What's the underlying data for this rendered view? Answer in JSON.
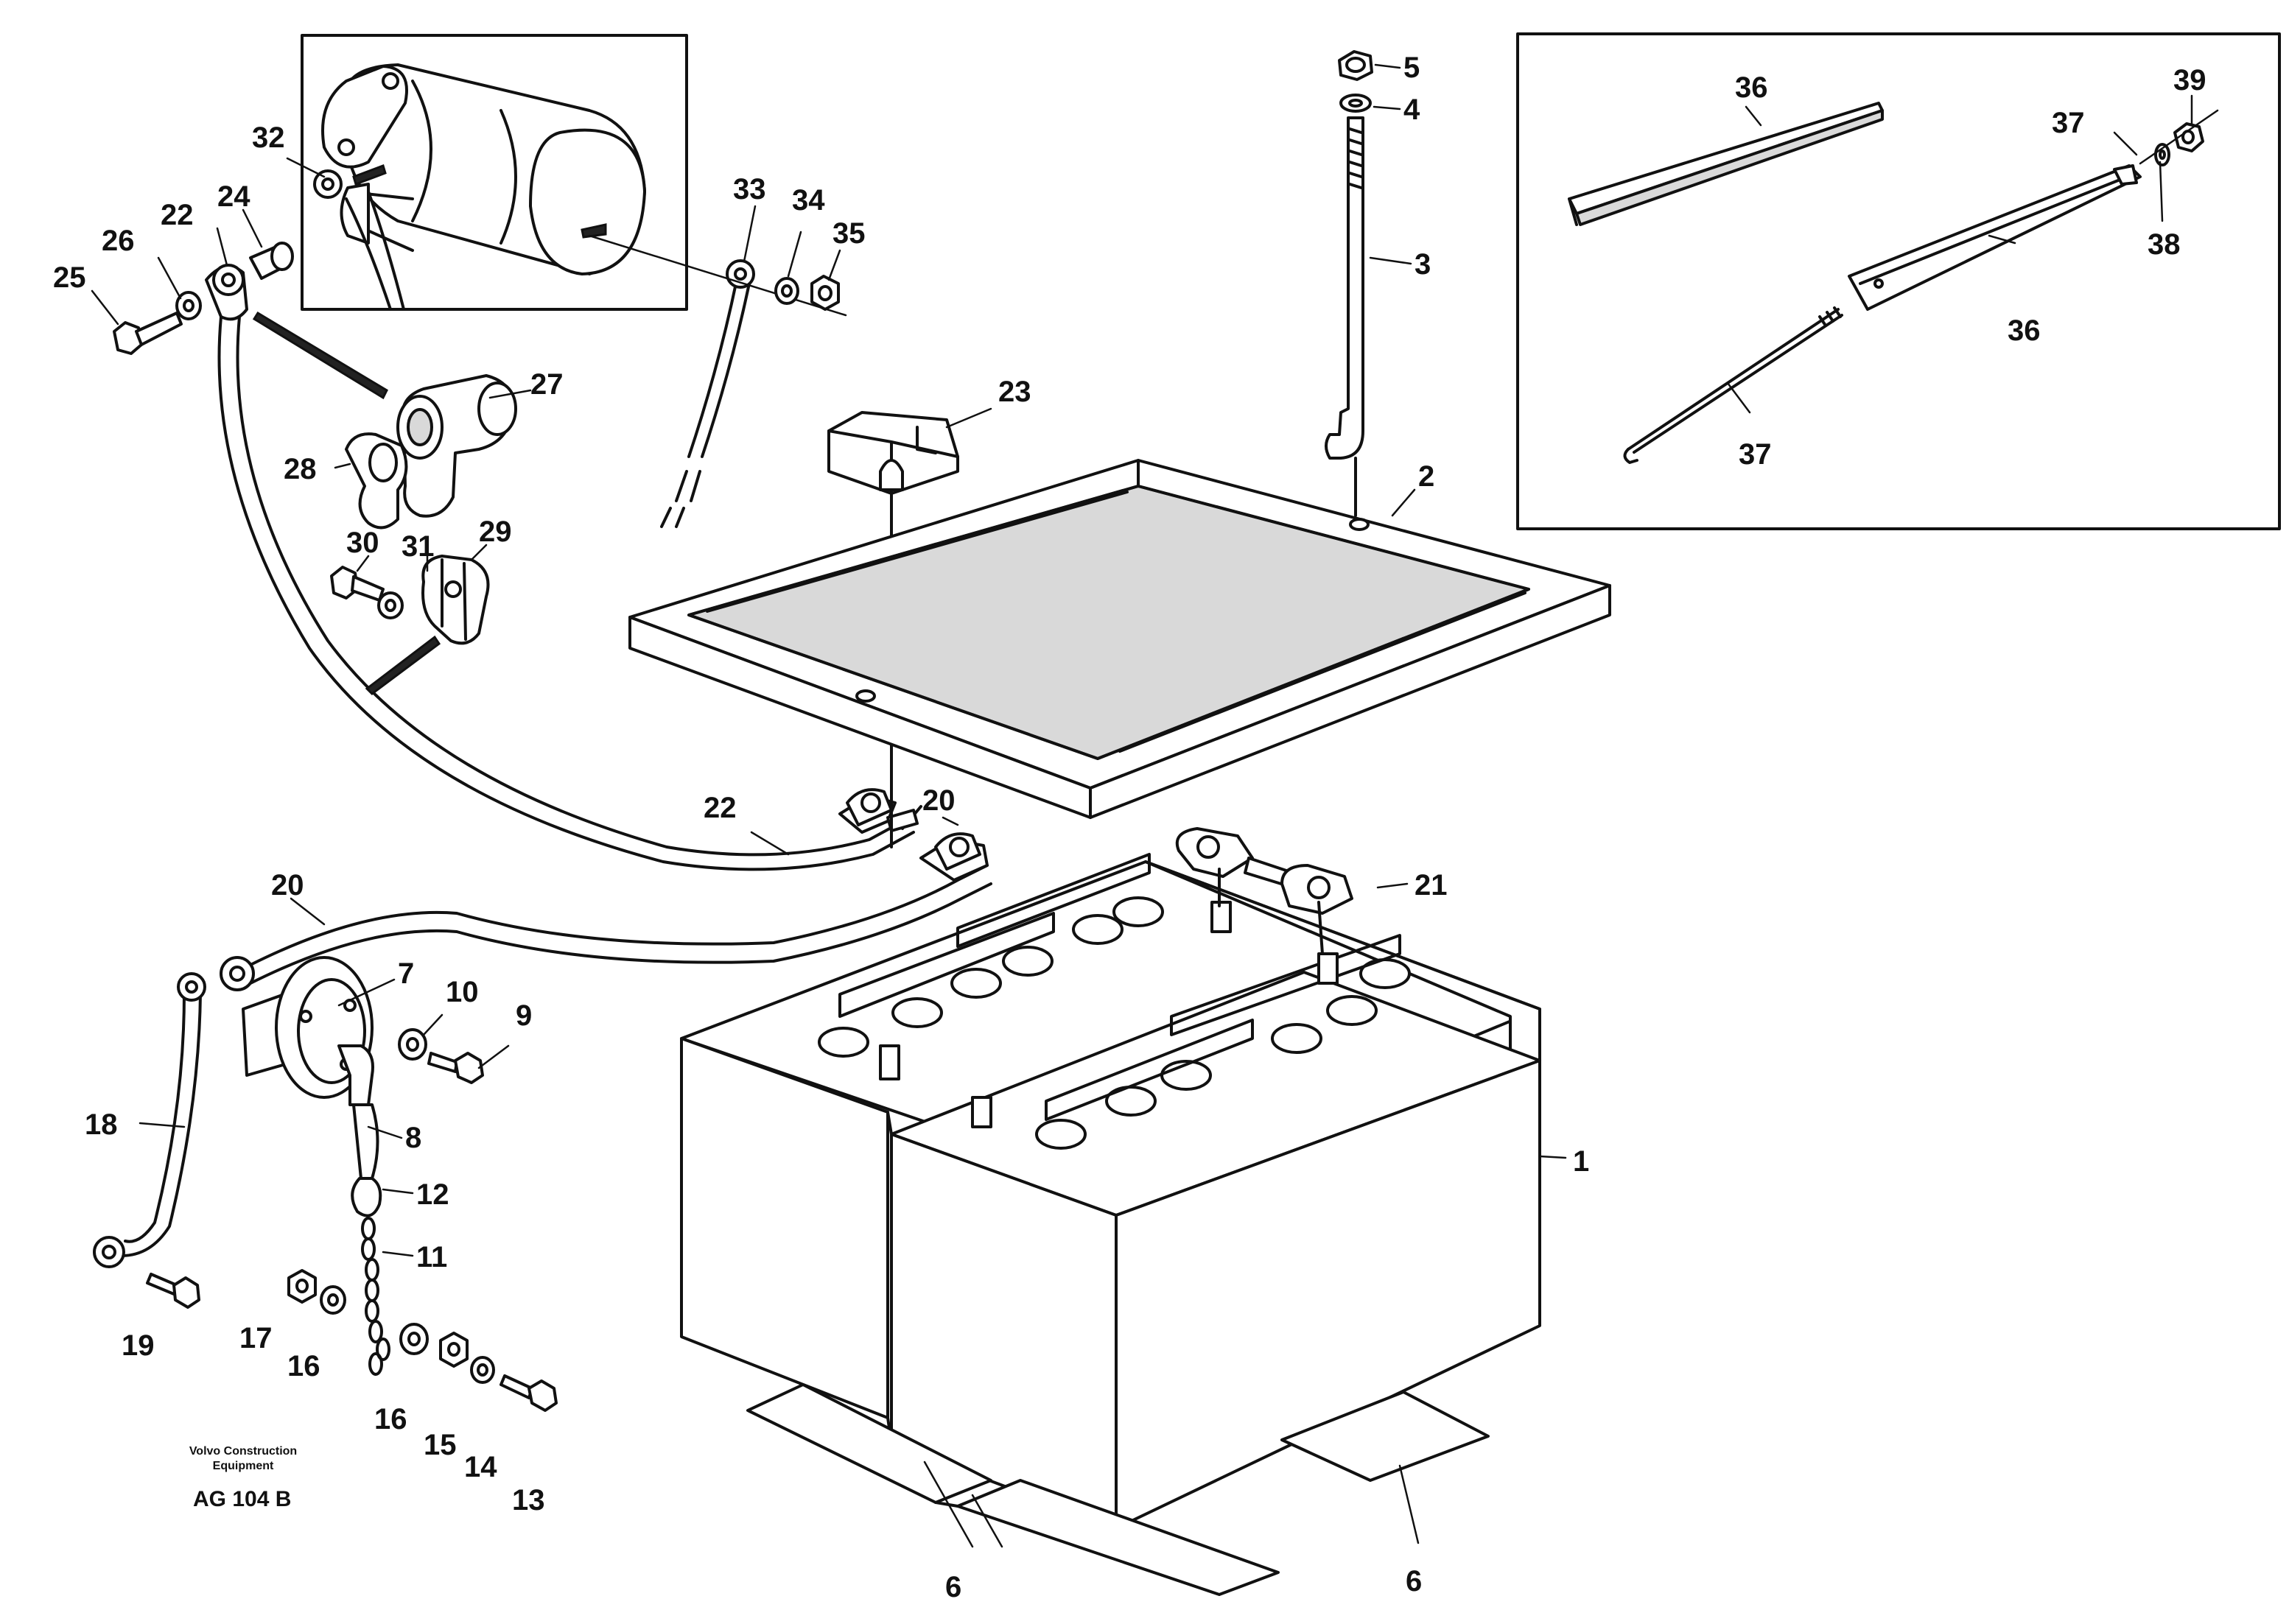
{
  "labels": {
    "l1": "1",
    "l2": "2",
    "l3": "3",
    "l4": "4",
    "l5": "5",
    "l6a": "6",
    "l6b": "6",
    "l7": "7",
    "l8": "8",
    "l9": "9",
    "l10": "10",
    "l11": "11",
    "l12": "12",
    "l13": "13",
    "l14": "14",
    "l15": "15",
    "l16a": "16",
    "l16b": "16",
    "l17": "17",
    "l18": "18",
    "l19": "19",
    "l20a": "20",
    "l20b": "20",
    "l21": "21",
    "l22a": "22",
    "l22b": "22",
    "l23": "23",
    "l24": "24",
    "l25": "25",
    "l26": "26",
    "l27": "27",
    "l28": "28",
    "l29": "29",
    "l30": "30",
    "l31": "31",
    "l32": "32",
    "l33": "33",
    "l34": "34",
    "l35": "35",
    "l36a": "36",
    "l36b": "36",
    "l37a": "37",
    "l37b": "37",
    "l38": "38",
    "l39": "39"
  },
  "footer": {
    "company_line1": "Volvo Construction",
    "company_line2": "Equipment",
    "drawing_ref": "AG 104 B"
  }
}
